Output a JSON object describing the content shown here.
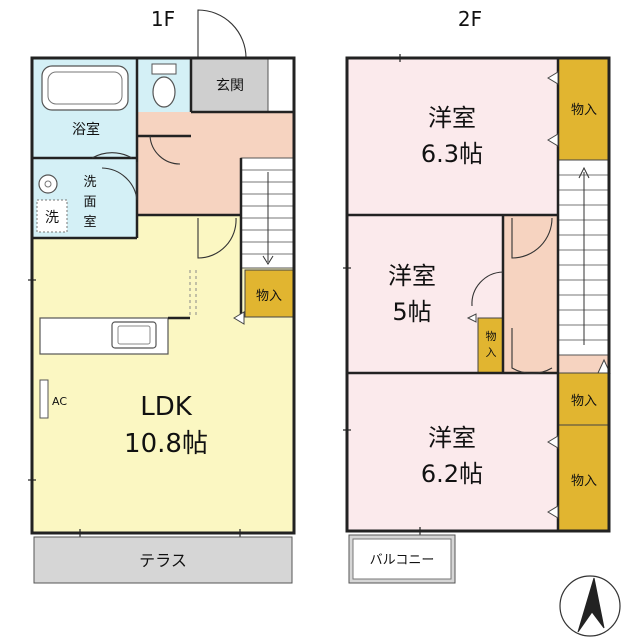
{
  "floors": {
    "first": {
      "label": "1F",
      "rooms": {
        "bath": "浴室",
        "washroom": "洗\n面\n室",
        "wash_machine": "洗",
        "entrance": "玄関",
        "closet": "物入",
        "ldk_name": "LDK",
        "ldk_size": "10.8帖",
        "ac": "AC",
        "terrace": "テラス"
      }
    },
    "second": {
      "label": "2F",
      "rooms": {
        "room_a_name": "洋室",
        "room_a_size": "6.3帖",
        "room_b_name": "洋室",
        "room_b_size": "5帖",
        "room_c_name": "洋室",
        "room_c_size": "6.2帖",
        "closet_a": "物入",
        "closet_b": "物入",
        "closet_c": "物入",
        "closet_d": "物入",
        "balcony": "バルコニー"
      }
    }
  },
  "colors": {
    "ldk_fill": "#fbf7c2",
    "wet_fill": "#d4f0f6",
    "hall_fill": "#f6d3c0",
    "room_fill": "#fbeaec",
    "closet_fill": "#e1b530",
    "entrance_fill": "#cfcfcf",
    "terrace_fill": "#d6d6d6",
    "stair_fill": "#ffffff"
  },
  "compass": "north-arrow-icon"
}
